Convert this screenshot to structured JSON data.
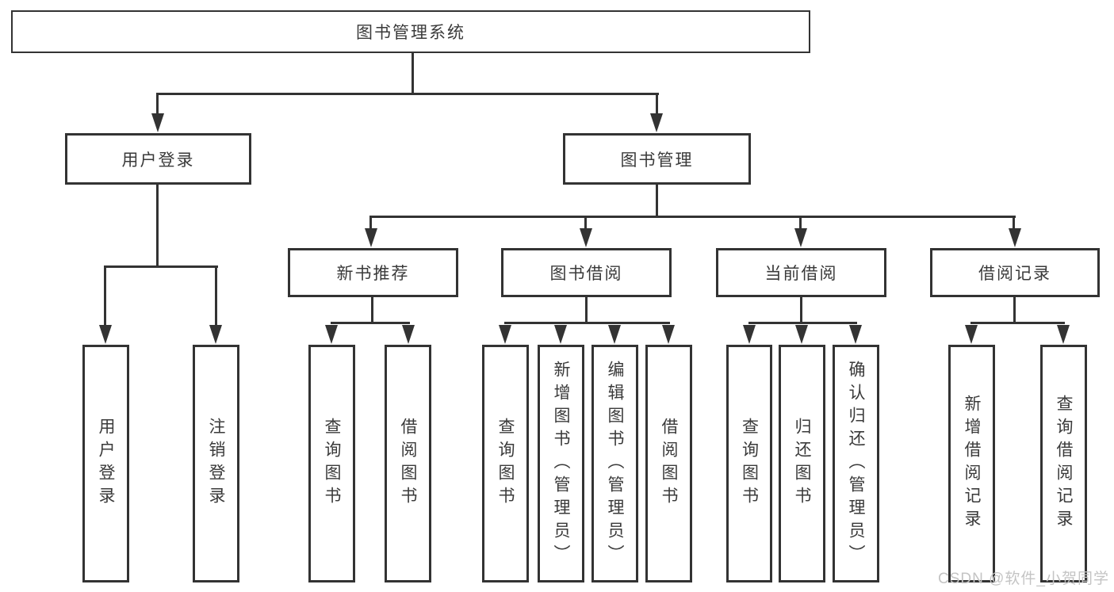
{
  "diagram": {
    "title": "图书管理系统",
    "root": {
      "label": "图书管理系统"
    },
    "branches": [
      {
        "label": "用户登录",
        "children": [
          {
            "label": "用户登录"
          },
          {
            "label": "注销登录"
          }
        ]
      },
      {
        "label": "图书管理",
        "children": [
          {
            "label": "新书推荐",
            "children": [
              {
                "label": "查询图书"
              },
              {
                "label": "借阅图书"
              }
            ]
          },
          {
            "label": "图书借阅",
            "children": [
              {
                "label": "查询图书"
              },
              {
                "label": "新增图书（管理员）"
              },
              {
                "label": "编辑图书（管理员）"
              },
              {
                "label": "借阅图书"
              }
            ]
          },
          {
            "label": "当前借阅",
            "children": [
              {
                "label": "查询图书"
              },
              {
                "label": "归还图书"
              },
              {
                "label": "确认归还（管理员）"
              }
            ]
          },
          {
            "label": "借阅记录",
            "children": [
              {
                "label": "新增借阅记录"
              },
              {
                "label": "查询借阅记录"
              }
            ]
          }
        ]
      }
    ]
  },
  "watermark": {
    "text": "CSDN @软件_小贺同学"
  },
  "colors": {
    "line": "#333333",
    "text": "#3a3a3a",
    "watermark": "#c4c4c4",
    "background": "#ffffff"
  }
}
